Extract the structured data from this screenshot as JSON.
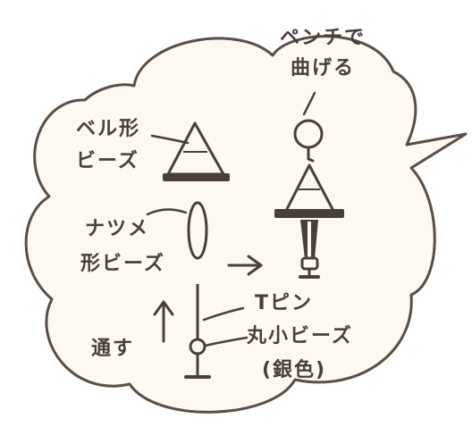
{
  "colors": {
    "ink": "#4a3f38",
    "paper": "#fdf8f2",
    "cloud_stroke": "#5a4d44"
  },
  "labels": {
    "pliers_line1": "ペンチで",
    "pliers_line2": "曲げる",
    "bell_line1": "ベル形",
    "bell_line2": "ビーズ",
    "jujube_line1": "ナツメ",
    "jujube_line2": "形ビーズ",
    "through": "通す",
    "tpin": "Tピン",
    "round_line1": "丸小ビーズ",
    "round_line2": "(銀色)"
  },
  "icons": {
    "arrow_right": "arrow-right-icon",
    "arrow_up": "arrow-up-icon"
  }
}
